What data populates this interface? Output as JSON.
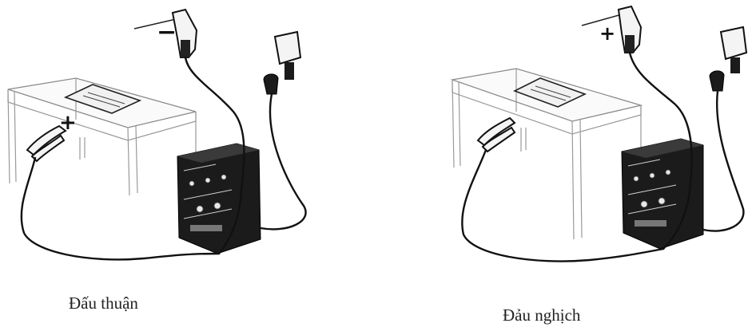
{
  "panels": [
    {
      "id": "direct",
      "caption": "Đấu thuận",
      "torch_polarity": "−",
      "clamp_polarity": "+"
    },
    {
      "id": "reverse",
      "caption": "Đảu nghịch",
      "torch_polarity": "+"
    }
  ]
}
